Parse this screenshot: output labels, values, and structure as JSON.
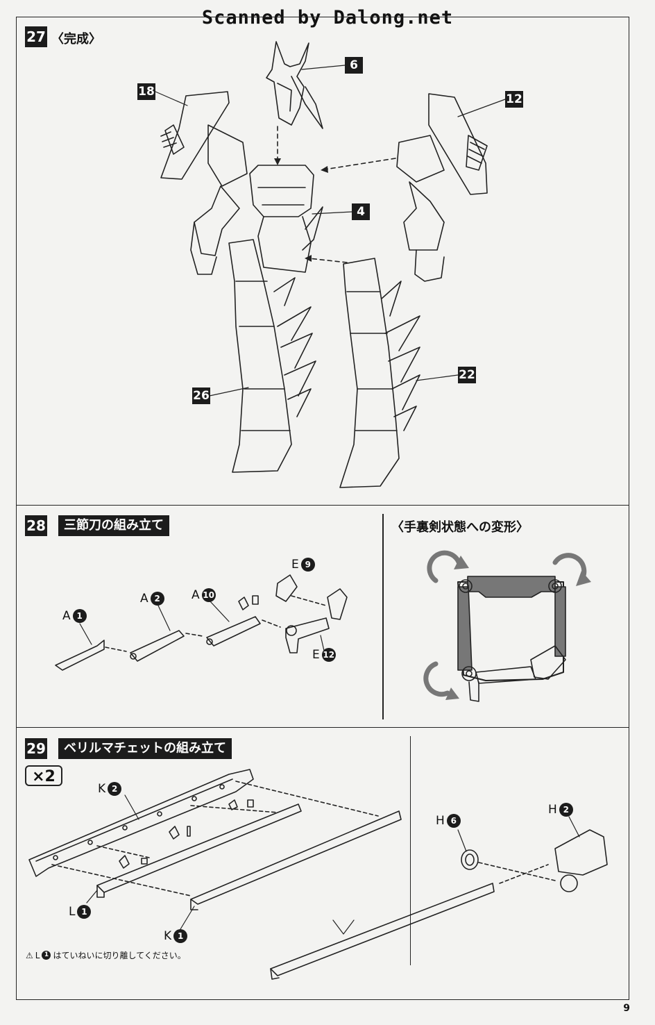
{
  "watermark": "Scanned by Dalong.net",
  "page_number": "9",
  "step27": {
    "number": "27",
    "title": "〈完成〉",
    "callouts": [
      "6",
      "18",
      "12",
      "4",
      "26",
      "22"
    ]
  },
  "step28": {
    "number": "28",
    "title": "三節刀の組み立て",
    "subtitle": "〈手裏剣状態への変形〉",
    "parts": [
      {
        "runner": "A",
        "num": "1"
      },
      {
        "runner": "A",
        "num": "2"
      },
      {
        "runner": "A",
        "num": "10"
      },
      {
        "runner": "E",
        "num": "9"
      },
      {
        "runner": "E",
        "num": "12"
      }
    ]
  },
  "step29": {
    "number": "29",
    "title": "ベリルマチェットの組み立て",
    "multiplier": "×2",
    "parts": [
      {
        "runner": "K",
        "num": "2"
      },
      {
        "runner": "L",
        "num": "1"
      },
      {
        "runner": "K",
        "num": "1"
      },
      {
        "runner": "H",
        "num": "6"
      },
      {
        "runner": "H",
        "num": "2"
      }
    ],
    "caution": {
      "symbol": "⚠",
      "part_runner": "L",
      "part_num": "1",
      "text": "はていねいに切り離してください。"
    }
  }
}
